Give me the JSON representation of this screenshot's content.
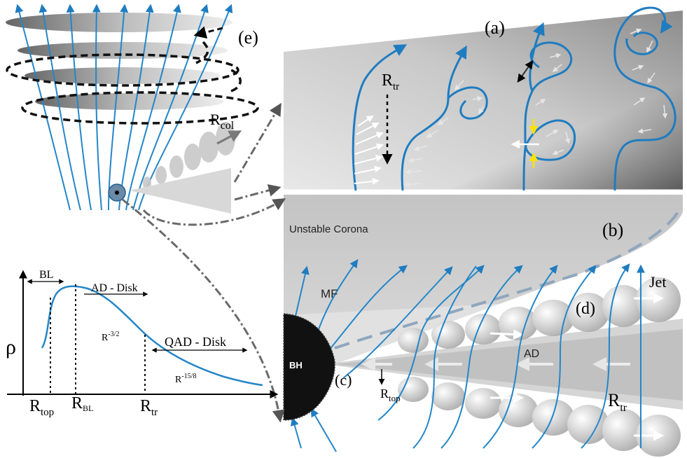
{
  "labels": {
    "panel_a": "(a)",
    "panel_b": "(b)",
    "panel_c": "(c)",
    "panel_d": "(d)",
    "panel_e": "(e)",
    "r_tr_a": "R",
    "r_tr_a_sub": "tr",
    "r_col": "R",
    "r_col_sub": "col",
    "unstable_corona": "Unstable Corona",
    "mf": "MF",
    "jet": "Jet",
    "bh": "BH",
    "ad": "AD",
    "r_top_c": "R",
    "r_top_c_sub": "top",
    "r_tr_d": "R",
    "r_tr_d_sub": "tr"
  },
  "profile": {
    "rho": "ρ",
    "bl": "BL",
    "ad_disk": "AD - Disk",
    "qad_disk": "QAD - Disk",
    "slope1_base": "R",
    "slope1_exp": "-3/2",
    "slope2_base": "R",
    "slope2_exp": "-15/8",
    "x_ticks": [
      {
        "base": "R",
        "sub": "top"
      },
      {
        "base": "R",
        "sub": "BL"
      },
      {
        "base": "R",
        "sub": "tr"
      }
    ]
  },
  "colors": {
    "field_line": "#2486c8",
    "dashed_boundary": "#8fa6bd",
    "accent_yellow": "#ffe200"
  }
}
